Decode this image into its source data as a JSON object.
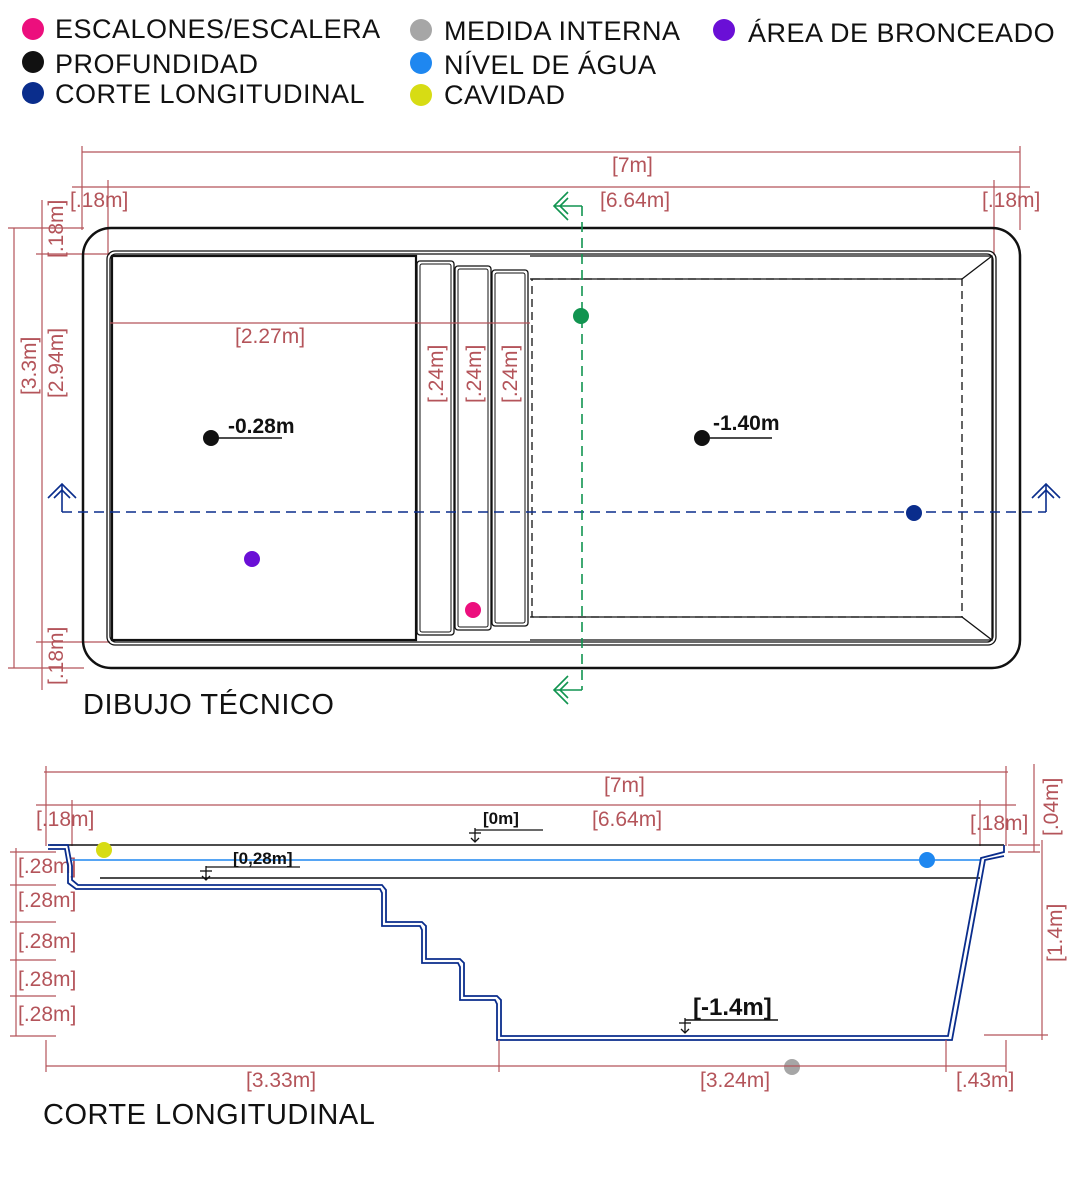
{
  "colors": {
    "pink": "#ec0f7d",
    "black": "#111111",
    "navy": "#0a2d8c",
    "gray": "#a6a6a6",
    "blue": "#1e87f0",
    "yellow": "#d7dc14",
    "purple": "#6a0fd6",
    "green": "#119450",
    "dim": "#b4545a"
  },
  "legend": [
    {
      "label": "ESCALONES/ESCALERA",
      "color": "pink"
    },
    {
      "label": "PROFUNDIDAD",
      "color": "black"
    },
    {
      "label": "CORTE LONGITUDINAL",
      "color": "navy"
    },
    {
      "label": "MEDIDA INTERNA",
      "color": "gray"
    },
    {
      "label": "NÍVEL DE ÁGUA",
      "color": "blue"
    },
    {
      "label": "CAVIDAD",
      "color": "yellow"
    },
    {
      "label": "ÁREA DE BRONCEADO",
      "color": "purple"
    }
  ],
  "plan": {
    "title": "DIBUJO TÉCNICO",
    "dims": {
      "total_length": "[7m]",
      "inner_length": "[6.64m]",
      "edge_left": "[.18m]",
      "edge_right": "[.18m]",
      "edge_top": "[.18m]",
      "edge_bottom": "[.18m]",
      "total_width": "[3.3m]",
      "inner_width": "[2.94m]",
      "bench_length": "[2.27m]",
      "step_1": "[.24m]",
      "step_2": "[.24m]",
      "step_3": "[.24m]"
    },
    "depth_shallow": "-0.28m",
    "depth_deep": "-1.40m"
  },
  "section": {
    "title": "CORTE LONGITUDINAL",
    "dims": {
      "total_length": "[7m]",
      "inner_length": "[6.64m]",
      "edge_left": "[.18m]",
      "edge_right": "[.18m]",
      "rim_height": "[.04m]",
      "depth_total": "[1.4m]",
      "step_heights": [
        "[.28m]",
        "[.28m]",
        "[.28m]",
        "[.28m]",
        "[.28m]"
      ],
      "bottom_left": "[3.33m]",
      "bottom_flat": "[3.24m]",
      "bottom_slope": "[.43m]"
    },
    "level_top": "[0m]",
    "level_bench": "[0,28m]",
    "level_bottom": "[-1.4m]"
  }
}
